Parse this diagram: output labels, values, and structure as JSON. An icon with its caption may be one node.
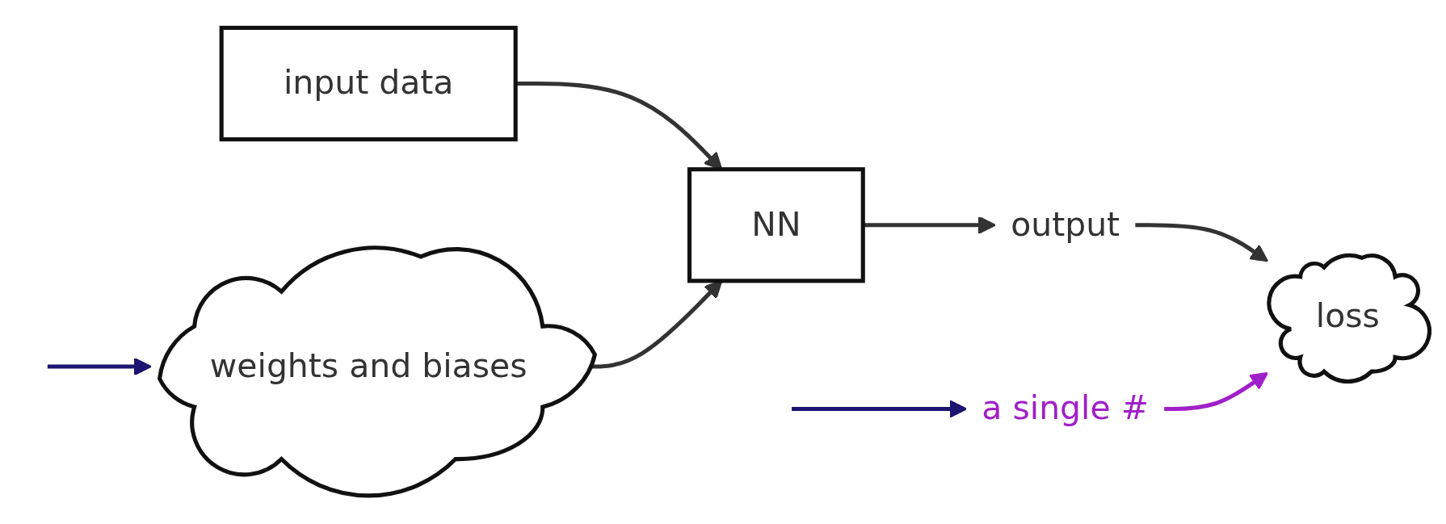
{
  "diagram": {
    "nodes": [
      {
        "text": [
          "input data"
        ]
      },
      {
        "text": [
          "NN"
        ]
      },
      {
        "text": [
          "output"
        ]
      },
      {
        "text": [
          "loss"
        ]
      },
      {
        "text": [
          "weights and biases"
        ]
      },
      {
        "text": [
          "a single #"
        ]
      }
    ],
    "edges": [
      {
        "from": 0,
        "to": 1,
        "arrow": "to"
      },
      {
        "from": 1,
        "to": 2,
        "arrow": "to"
      },
      {
        "from": 2,
        "to": 3,
        "arrow": "to"
      },
      {
        "from": 4,
        "to": 1,
        "arrow": "to"
      },
      {
        "from": 5,
        "to": 3,
        "arrow": "to",
        "color": "#a020c8"
      },
      {
        "from": null,
        "to": 4,
        "arrow": "to",
        "color": "#1c1470"
      },
      {
        "from": null,
        "to": 5,
        "arrow": "to",
        "color": "#1c1470"
      }
    ]
  }
}
